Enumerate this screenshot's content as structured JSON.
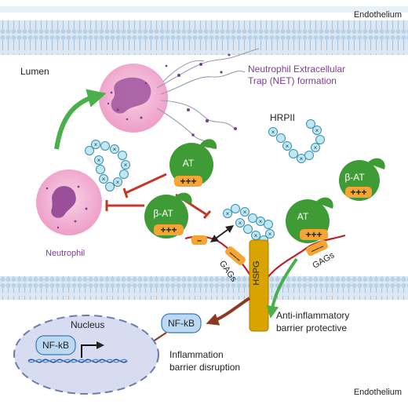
{
  "labels": {
    "endothelium_top": "Endothelium",
    "endothelium_bottom": "Endothelium",
    "lumen": "Lumen",
    "net_line1": "Neutrophil Extracellular",
    "net_line2": "Trap (NET) formation",
    "hrpii": "HRPII",
    "neutrophil": "Neutrophil",
    "at_top": "AT",
    "beta_at_left": "β-AT",
    "at_right": "AT",
    "beta_at_far_right": "β-AT",
    "plus_charges": "+++",
    "minus_charges": "–––",
    "minus_single": "–",
    "gags_left": "GAGs",
    "gags_right": "GAGs",
    "hspg": "HSPG",
    "nfkb_membrane": "NF-kB",
    "nfkb_nucleus": "NF-kB",
    "nucleus": "Nucleus",
    "anti_inflammatory_line1": "Anti-inflammatory",
    "anti_inflammatory_line2": "barrier protective",
    "inflammation_line1": "Inflammation",
    "inflammation_line2": "barrier disruption",
    "chain_mark": "×"
  },
  "colors": {
    "membrane_blue": "#c9dcec",
    "neutrophil_pink": "#f2b6d6",
    "neutrophil_nucleus": "#9b4f9b",
    "antithrombin_green": "#3f9b35",
    "charge_orange": "#f4a534",
    "inhibit_red": "#c0392b",
    "hrpii_bead": "#bfe8f2",
    "hspg_gold": "#d9a300",
    "arrow_green": "#4bb04b",
    "arrow_brown": "#8b3a1f",
    "nucleus_fill": "#d8dcf0",
    "nfkb_fill": "#bcd9f1",
    "text_purple": "#7a3f8e"
  }
}
